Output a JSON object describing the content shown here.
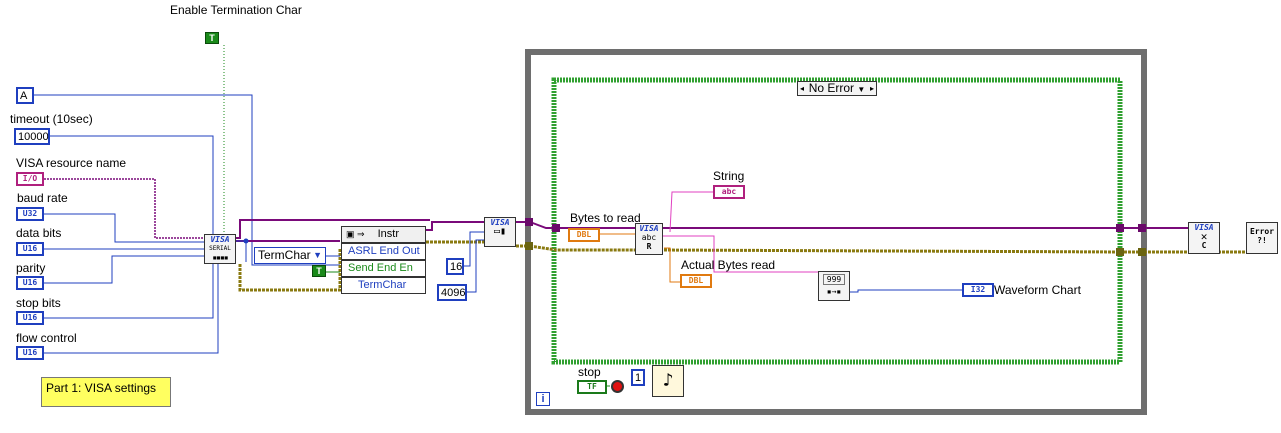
{
  "labels": {
    "enable_term": "Enable Termination Char",
    "timeout": "timeout (10sec)",
    "visa_resource": "VISA resource name",
    "baud_rate": "baud rate",
    "data_bits": "data bits",
    "parity": "parity",
    "stop_bits": "stop bits",
    "flow_control": "flow control",
    "comment": "Part 1: VISA settings",
    "bytes_to_read": "Bytes to read",
    "string": "String",
    "actual_bytes": "Actual Bytes read",
    "waveform_chart": "Waveform Chart",
    "stop": "stop"
  },
  "constants": {
    "termchar_a": "A",
    "timeout_value": "10000",
    "termchar_ring": "TermChar",
    "sixteen": "16",
    "bytes_4096": "4096",
    "wait_one": "1",
    "bool_true": "T"
  },
  "terminals": {
    "io": "I/O",
    "u32": "U32",
    "u16": "U16",
    "dbl": "DBL",
    "abc": "abc",
    "i32": "I32",
    "tf": "TF"
  },
  "property_node": {
    "class": "Instr",
    "props": [
      "ASRL End Out",
      "Send End En",
      "TermChar"
    ]
  },
  "case_structure": {
    "selector": "No Error"
  },
  "while_loop": {
    "iteration": "i"
  },
  "colors": {
    "int_wire": "#1f3fbf",
    "visa_wire": "#6a0a6a",
    "error_wire": "#8a7a10",
    "string_wire": "#e040c0",
    "bool_wire": "#1a8a1a",
    "float_wire": "#e07a10",
    "loop_border": "#6e6e6e",
    "case_border": "#30a030",
    "comment_bg": "#ffff60"
  }
}
